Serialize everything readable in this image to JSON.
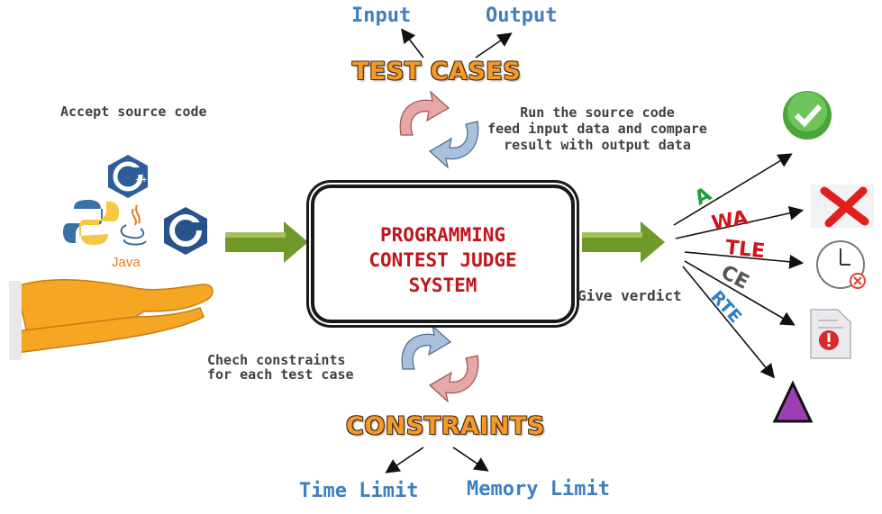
{
  "io": {
    "input": "Input",
    "output": "Output"
  },
  "test_cases": {
    "title": "TEST CASES"
  },
  "run_note": {
    "line1": "Run the source code",
    "line2": "feed input data and compare",
    "line3": "result with output data"
  },
  "accept_note": "Accept source code",
  "languages": {
    "java": "Java",
    "c": "C",
    "cpp": "C++"
  },
  "judge": {
    "line1": "PROGRAMMING",
    "line2": "CONTEST JUDGE",
    "line3": "SYSTEM"
  },
  "verdict_note": "Give verdict",
  "verdicts": [
    {
      "code": "A",
      "color": "#1f9e3a",
      "icon": "check-icon"
    },
    {
      "code": "WA",
      "color": "#d0141c",
      "icon": "x-mark-icon"
    },
    {
      "code": "TLE",
      "color": "#d0141c",
      "icon": "clock-icon"
    },
    {
      "code": "CE",
      "color": "#555555",
      "icon": "error-document-icon"
    },
    {
      "code": "RTE",
      "color": "#2f7fc8",
      "icon": "triangle-icon"
    }
  ],
  "constraints_note": {
    "line1": "Chech constraints",
    "line2": "for each test case"
  },
  "constraints": {
    "title": "CONSTRAINTS",
    "time_limit": "Time Limit",
    "memory_limit": "Memory Limit"
  }
}
